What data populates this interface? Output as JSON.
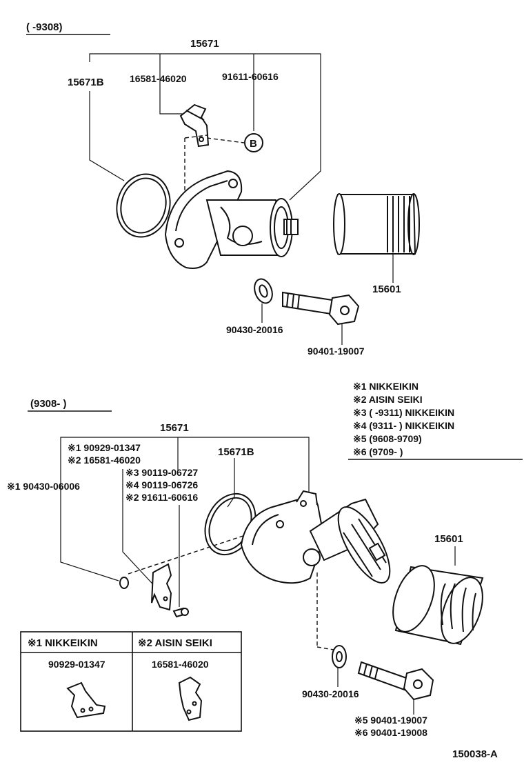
{
  "top_section": {
    "period_label": "(      -9308)",
    "labels": {
      "p15671": "15671",
      "p15671b": "15671B",
      "p16581": "16581-46020",
      "p91611": "91611-60616",
      "ref_b": "B",
      "p15601": "15601",
      "p90430": "90430-20016",
      "p90401": "90401-19007"
    }
  },
  "bottom_section": {
    "period_label": "(9308-       )",
    "labels": {
      "p15671": "15671",
      "p15671b": "15671B",
      "p90929": "※1 90929-01347",
      "p16581": "※2 16581-46020",
      "p90119a": "※3 90119-06727",
      "p90119b": "※4 90119-06726",
      "p91611": "※2 91611-60616",
      "p90430a": "※1 90430-06006",
      "p15601": "15601",
      "p90430b": "90430-20016",
      "p90401a": "※5 90401-19007",
      "p90401b": "※6 90401-19008"
    }
  },
  "legend": [
    "※1 NIKKEIKIN",
    "※2 AISIN SEIKI",
    "※3 (        -9311) NIKKEIKIN",
    "※4 (9311-         ) NIKKEIKIN",
    "※5 (9608-9709)",
    "※6 (9709-         )"
  ],
  "table": {
    "col1_header": "※1 NIKKEIKIN",
    "col2_header": "※2 AISIN SEIKI",
    "col1_part": "90929-01347",
    "col2_part": "16581-46020"
  },
  "figure_id": "150038-A"
}
